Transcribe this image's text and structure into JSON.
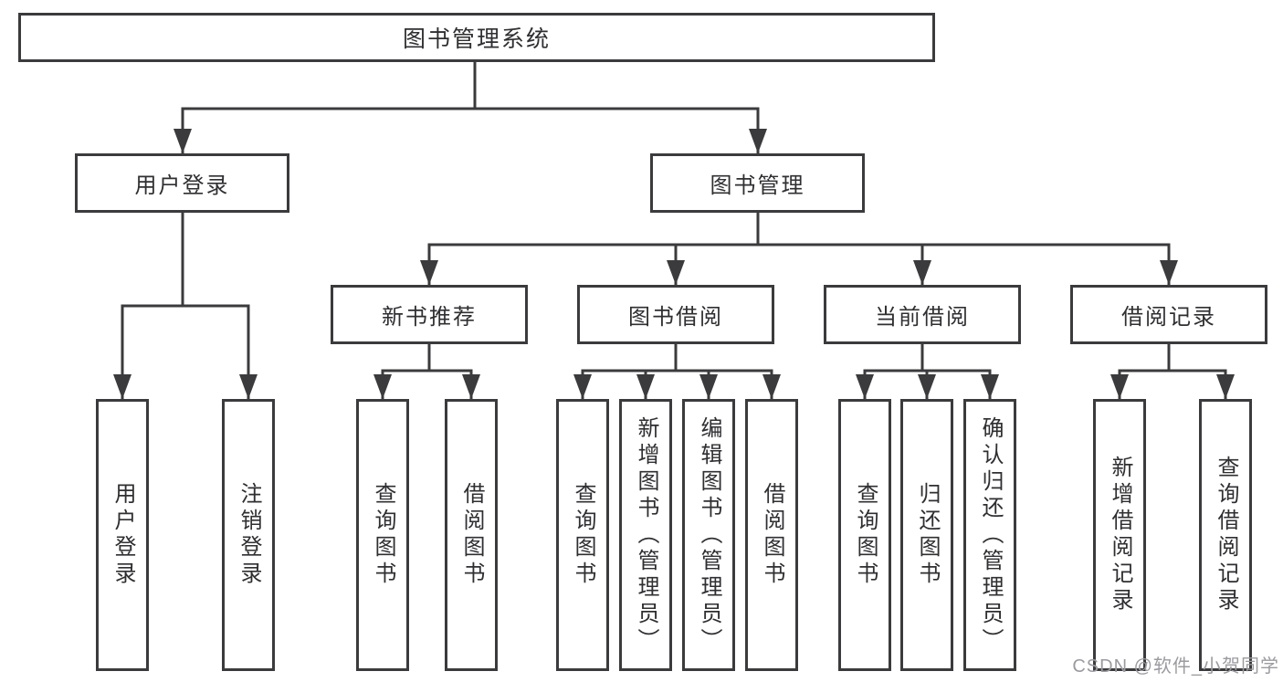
{
  "diagram": {
    "title": "图书管理系统",
    "tree": {
      "root": {
        "label": "图书管理系统"
      },
      "branches": [
        {
          "label": "用户登录",
          "leaves": [
            {
              "label": "用户登录"
            },
            {
              "label": "注销登录"
            }
          ]
        },
        {
          "label": "图书管理",
          "sections": [
            {
              "label": "新书推荐",
              "leaves": [
                {
                  "label": "查询图书"
                },
                {
                  "label": "借阅图书"
                }
              ]
            },
            {
              "label": "图书借阅",
              "leaves": [
                {
                  "label": "查询图书"
                },
                {
                  "label": "新增图书（管理员）"
                },
                {
                  "label": "编辑图书（管理员）"
                },
                {
                  "label": "借阅图书"
                }
              ]
            },
            {
              "label": "当前借阅",
              "leaves": [
                {
                  "label": "查询图书"
                },
                {
                  "label": "归还图书"
                },
                {
                  "label": "确认归还（管理员）"
                }
              ]
            },
            {
              "label": "借阅记录",
              "leaves": [
                {
                  "label": "新增借阅记录"
                },
                {
                  "label": "查询借阅记录"
                }
              ]
            }
          ]
        }
      ]
    },
    "colors": {
      "line": "#3b3b3d",
      "text": "#2f2f32",
      "background": "#ffffff"
    }
  },
  "watermark": {
    "text": "CSDN @软件_小贺同学",
    "color": "#9b9ba0"
  }
}
